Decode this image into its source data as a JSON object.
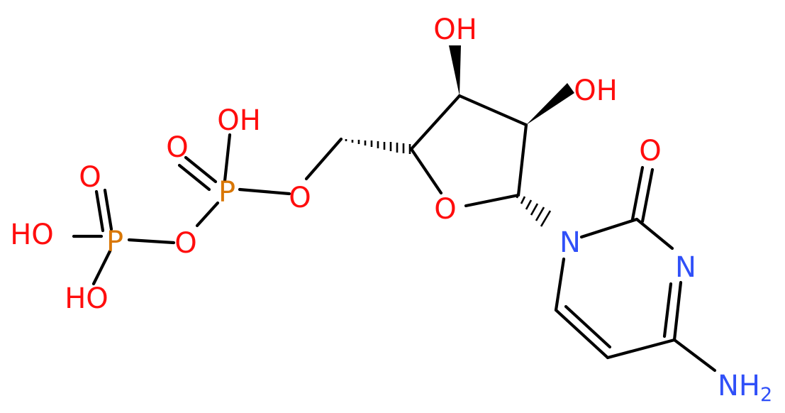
{
  "molecule": {
    "atoms": {
      "oh_top": {
        "text": "OH",
        "element": "O"
      },
      "oh_right": {
        "text": "OH",
        "element": "O"
      },
      "oh_p1": {
        "text": "OH",
        "element": "O"
      },
      "o_p1_dbl": {
        "text": "O",
        "element": "O"
      },
      "p1": {
        "text": "P",
        "element": "P"
      },
      "o_bridge_p1": {
        "text": "O",
        "element": "O"
      },
      "o_ring": {
        "text": "O",
        "element": "O"
      },
      "o_p2_dbl": {
        "text": "O",
        "element": "O"
      },
      "ho_p2": {
        "text": "HO",
        "element": "O"
      },
      "p2": {
        "text": "P",
        "element": "P"
      },
      "o_bridge_pp": {
        "text": "O",
        "element": "O"
      },
      "ho_p2_low": {
        "text": "HO",
        "element": "O"
      },
      "o_carbonyl": {
        "text": "O",
        "element": "O"
      },
      "n1": {
        "text": "N",
        "element": "N"
      },
      "n3": {
        "text": "N",
        "element": "N"
      },
      "nh2": {
        "text": "NH",
        "subscript": "2",
        "element": "N"
      }
    },
    "colors": {
      "O": "#ff0d0d",
      "N": "#3050f8",
      "P": "#d97706",
      "bond": "#000000"
    }
  }
}
